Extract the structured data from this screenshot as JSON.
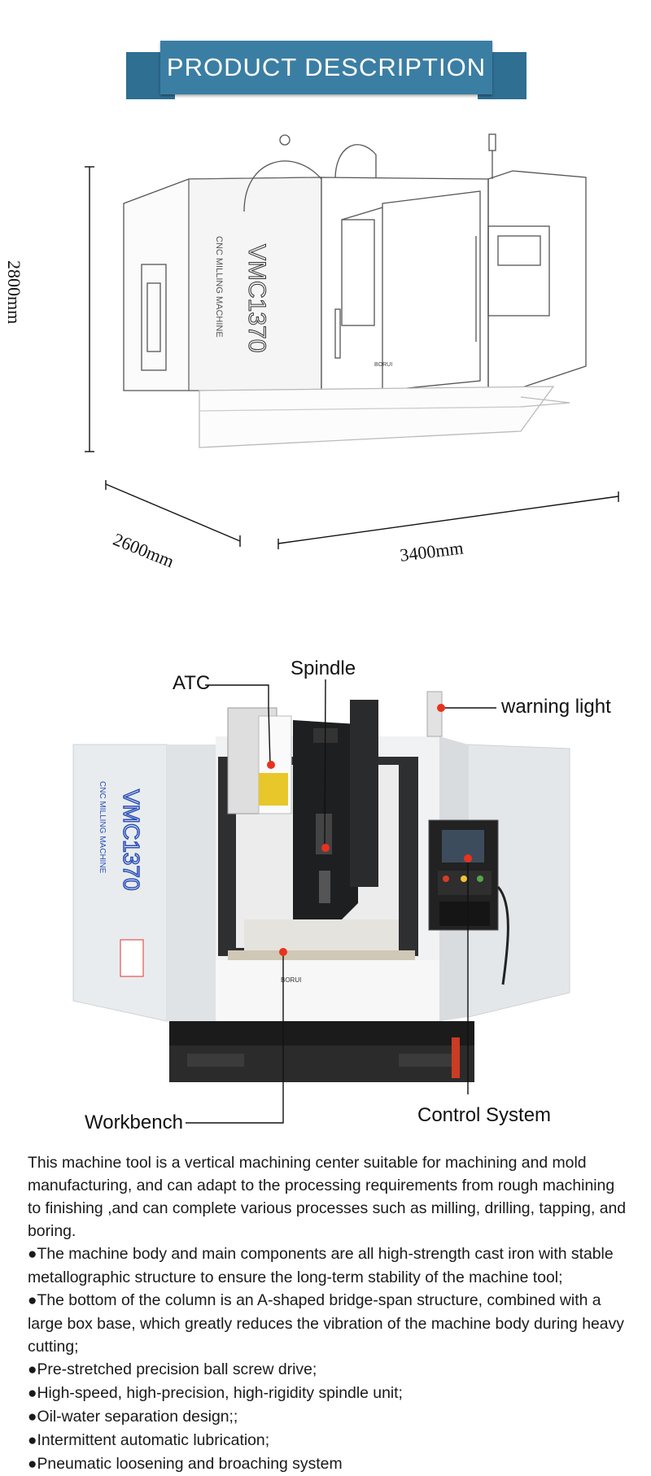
{
  "header": {
    "title": "PRODUCT DESCRIPTION"
  },
  "colors": {
    "banner": "#3b7ea3",
    "banner_dark": "#2f6f92",
    "callout_dot": "#e8321e"
  },
  "dimension_drawing": {
    "machine_model": "VMC1370",
    "machine_subtitle": "CNC MILLING MACHINE",
    "brand_plate": "BORUI",
    "height": "2800mm",
    "depth": "2600mm",
    "width": "3400mm"
  },
  "photo": {
    "machine_model": "VMC1370",
    "machine_subtitle": "CNC MILLING MACHINE",
    "callouts": {
      "atc": "ATC",
      "spindle": "Spindle",
      "warning_light": "warning light",
      "workbench": "Workbench",
      "control_system": "Control System"
    }
  },
  "description": {
    "intro": "This machine tool is a vertical machining center suitable for machining and mold manufacturing, and can adapt to the processing requirements from rough machining to finishing ,and can complete various processes such as milling, drilling, tapping, and boring.",
    "bullet_symbol": "●",
    "bullets": [
      "The machine body and main components are all high-strength cast iron with stable metallographic structure to ensure the long-term stability of the machine tool;",
      "The bottom of the column is an A-shaped bridge-span structure, combined with a large box base, which greatly reduces the vibration of the machine body during heavy cutting;",
      "Pre-stretched precision ball screw drive;",
      "High-speed, high-precision, high-rigidity spindle unit;",
      "Oil-water separation design;;",
      "Intermittent automatic lubrication;",
      "Pneumatic loosening and broaching system"
    ]
  }
}
